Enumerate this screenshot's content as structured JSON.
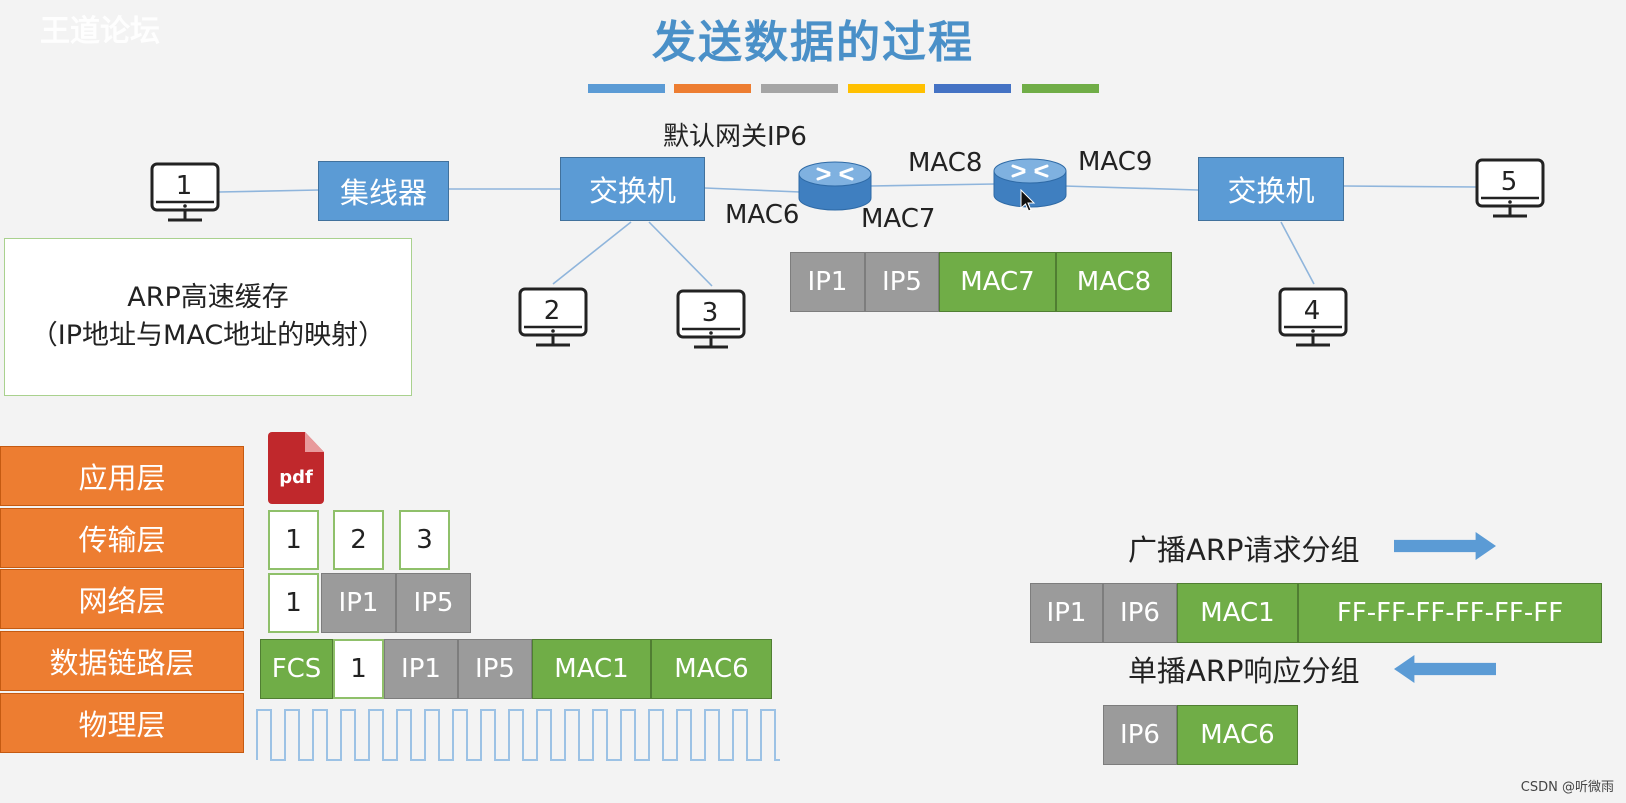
{
  "header": {
    "title": "发送数据的过程",
    "watermark": "王道论坛",
    "credit": "CSDN @听微雨"
  },
  "palette": [
    "#5b9bd5",
    "#ed7d31",
    "#a5a5a5",
    "#ffc000",
    "#4472c4",
    "#70ad47"
  ],
  "network": {
    "hub": "集线器",
    "switch_left": "交换机",
    "switch_right": "交换机",
    "computers": [
      "1",
      "2",
      "3",
      "4",
      "5"
    ],
    "gateway_label": "默认网关IP6",
    "mac6": "MAC6",
    "mac7": "MAC7",
    "mac8": "MAC8",
    "mac9": "MAC9",
    "router_icon": "router-icon"
  },
  "router_frame": [
    "IP1",
    "IP5",
    "MAC7",
    "MAC8"
  ],
  "arp_cache": {
    "line1": "ARP高速缓存",
    "line2": "（IP地址与MAC地址的映射）"
  },
  "layers": [
    "应用层",
    "传输层",
    "网络层",
    "数据链路层",
    "物理层"
  ],
  "pdf_label": "pdf",
  "transport_segments": [
    "1",
    "2",
    "3"
  ],
  "network_packet": [
    "1",
    "IP1",
    "IP5"
  ],
  "link_frame": [
    "FCS",
    "1",
    "IP1",
    "IP5",
    "MAC1",
    "MAC6"
  ],
  "arp_request": {
    "label": "广播ARP请求分组",
    "fields": [
      "IP1",
      "IP6",
      "MAC1",
      "FF-FF-FF-FF-FF-FF"
    ]
  },
  "arp_reply": {
    "label": "单播ARP响应分组",
    "fields": [
      "IP6",
      "MAC6"
    ]
  }
}
